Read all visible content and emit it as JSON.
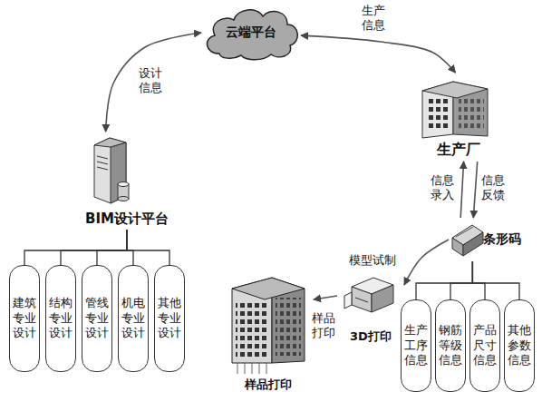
{
  "diagram": {
    "nodes": [
      {
        "text": [
          "云端平台"
        ]
      },
      {
        "text": [
          "生产厂"
        ]
      },
      {
        "text": [
          "BIM设计平台"
        ]
      },
      {
        "text": [
          "条形码"
        ]
      },
      {
        "text": [
          "3D打印"
        ]
      },
      {
        "text": [
          "样品打印"
        ]
      },
      {
        "text": [
          "建筑专业设计"
        ]
      },
      {
        "text": [
          "结构专业设计"
        ]
      },
      {
        "text": [
          "管线专业设计"
        ]
      },
      {
        "text": [
          "机电专业设计"
        ]
      },
      {
        "text": [
          "其他专业设计"
        ]
      },
      {
        "text": [
          "生产工序信息"
        ]
      },
      {
        "text": [
          "钢筋等级信息"
        ]
      },
      {
        "text": [
          "产品尺寸信息"
        ]
      },
      {
        "text": [
          "其他参数信息"
        ]
      }
    ],
    "edges": [
      {
        "from": 2,
        "to": 0,
        "arrow": "both",
        "label": "设计信息"
      },
      {
        "from": 0,
        "to": 1,
        "arrow": "both",
        "label": "生产信息"
      },
      {
        "from": 3,
        "to": 1,
        "arrow": "to",
        "label": "信息录入"
      },
      {
        "from": 1,
        "to": 3,
        "arrow": "to",
        "label": "信息反馈"
      },
      {
        "from": 3,
        "to": 4,
        "arrow": "to",
        "label": "模型试制"
      },
      {
        "from": 4,
        "to": 5,
        "arrow": "to",
        "label": "样品打印"
      },
      {
        "from": 2,
        "to": 6,
        "arrow": "none"
      },
      {
        "from": 2,
        "to": 7,
        "arrow": "none"
      },
      {
        "from": 2,
        "to": 8,
        "arrow": "none"
      },
      {
        "from": 2,
        "to": 9,
        "arrow": "none"
      },
      {
        "from": 2,
        "to": 10,
        "arrow": "none"
      },
      {
        "from": 3,
        "to": 11,
        "arrow": "none"
      },
      {
        "from": 3,
        "to": 12,
        "arrow": "none"
      },
      {
        "from": 3,
        "to": 13,
        "arrow": "none"
      },
      {
        "from": 3,
        "to": 14,
        "arrow": "none"
      }
    ]
  }
}
